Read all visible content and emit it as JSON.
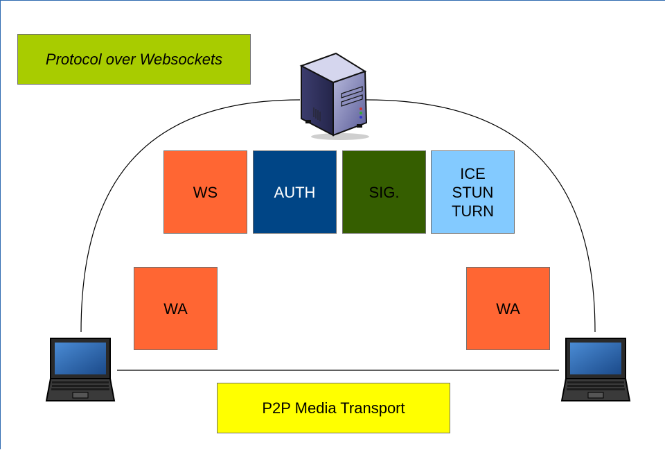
{
  "title_box": {
    "label": "Protocol over Websockets",
    "color": "#a8cc00"
  },
  "server": {
    "icon": "server-tower-icon"
  },
  "clients": {
    "icon": "laptop-icon"
  },
  "server_blocks": [
    {
      "label": "WS",
      "color": "#ff6633",
      "text_color": "#000000"
    },
    {
      "label": "AUTH",
      "color": "#004586",
      "text_color": "#ffffff"
    },
    {
      "label": "SIG.",
      "color": "#355e00",
      "text_color": "#000000"
    },
    {
      "label": "ICE\nSTUN\nTURN",
      "color": "#83caff",
      "text_color": "#000000"
    }
  ],
  "client_blocks": {
    "left": {
      "label": "WA",
      "color": "#ff6633"
    },
    "right": {
      "label": "WA",
      "color": "#ff6633"
    }
  },
  "transport_box": {
    "label": "P2P Media Transport",
    "color": "#ffff00"
  }
}
